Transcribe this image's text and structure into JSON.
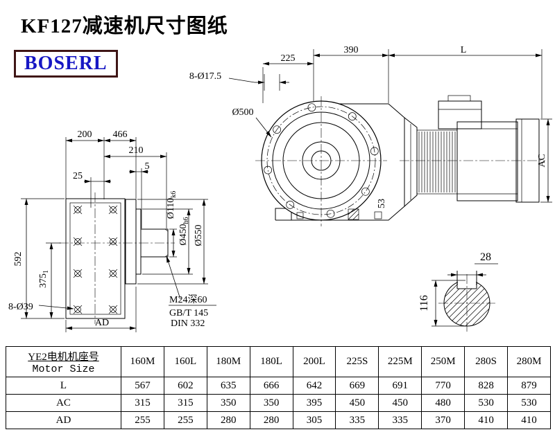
{
  "title": "KF127减速机尺寸图纸",
  "logo": "BOSERL",
  "dims": {
    "d225": "225",
    "d390": "390",
    "dL": "L",
    "d8_17_5": "8-Ø17.5",
    "d500": "Ø500",
    "d53": "53",
    "dAC": "AC",
    "d200": "200",
    "d466": "466",
    "d210": "210",
    "d5": "5",
    "d25": "25",
    "d592": "592",
    "d375": "375",
    "d375_sub": "1",
    "d8_39": "8-Ø39",
    "dAD": "AD",
    "d110": "Ø110",
    "d110_tol": "k6",
    "d450": "Ø450",
    "d450_tol": "h6",
    "d550": "Ø550",
    "dM24": "M24深60",
    "dGBT": "GB/T 145",
    "dDIN": "DIN 332",
    "d28": "28",
    "d116": "116"
  },
  "table": {
    "header": {
      "line1": "YE2电机机座号",
      "line2": "Motor Size"
    },
    "sizes": [
      "160M",
      "160L",
      "180M",
      "180L",
      "200L",
      "225S",
      "225M",
      "250M",
      "280S",
      "280M"
    ],
    "rows": [
      {
        "label": "L",
        "values": [
          "567",
          "602",
          "635",
          "666",
          "642",
          "669",
          "691",
          "770",
          "828",
          "879"
        ]
      },
      {
        "label": "AC",
        "values": [
          "315",
          "315",
          "350",
          "350",
          "395",
          "450",
          "450",
          "480",
          "530",
          "530"
        ]
      },
      {
        "label": "AD",
        "values": [
          "255",
          "255",
          "280",
          "280",
          "305",
          "335",
          "335",
          "370",
          "410",
          "410"
        ]
      }
    ]
  }
}
